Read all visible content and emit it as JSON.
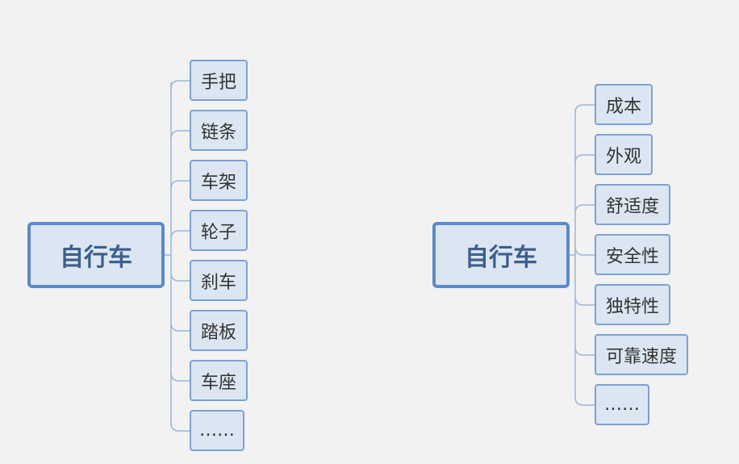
{
  "colors": {
    "background": "#f2f2f2",
    "node_fill": "#dce6f2",
    "root_border": "#5b8ac6",
    "node_border": "#7aa2d4",
    "line": "#9ab6dc"
  },
  "map1": {
    "root": "自行车",
    "children": [
      "手把",
      "链条",
      "车架",
      "轮子",
      "刹车",
      "踏板",
      "车座",
      "……"
    ]
  },
  "map2": {
    "root": "自行车",
    "children": [
      "成本",
      "外观",
      "舒适度",
      "安全性",
      "独特性",
      "可靠速度",
      "……"
    ]
  }
}
